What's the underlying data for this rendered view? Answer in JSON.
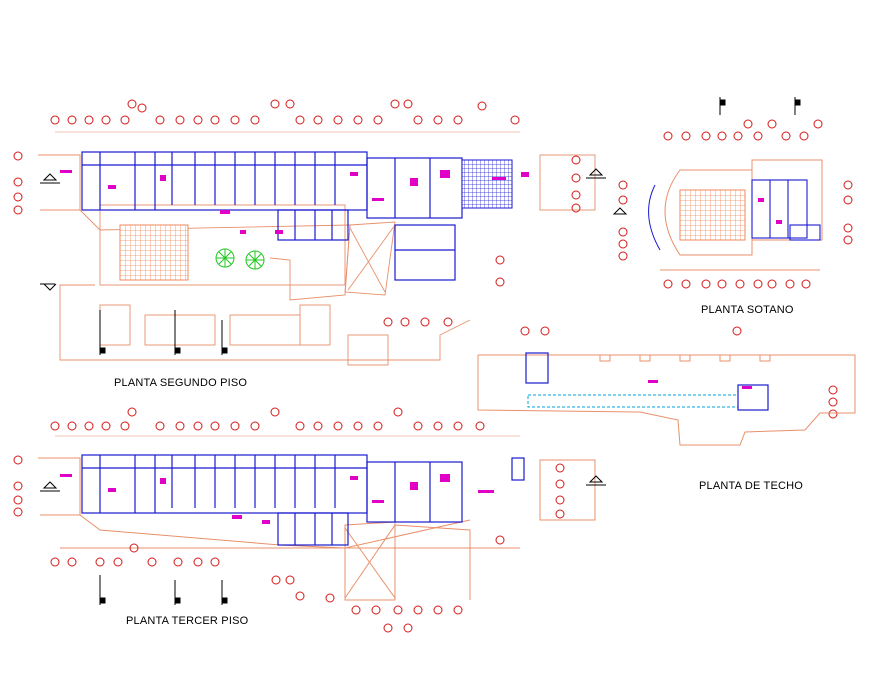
{
  "drawing": {
    "titles": {
      "segundo": "PLANTA SEGUNDO PISO",
      "tercer": "PLANTA TERCER PISO",
      "sotano": "PLANTA SOTANO",
      "techo": "PLANTA DE TECHO"
    },
    "colors": {
      "outline": "#e8906a",
      "walls": "#1a1ad0",
      "grid_bubble": "#d81818",
      "furniture": "#e000c8",
      "hatch": "#f4a57c",
      "tree": "#1fc81f",
      "text": "#000000",
      "cyan": "#00a0e0"
    }
  }
}
